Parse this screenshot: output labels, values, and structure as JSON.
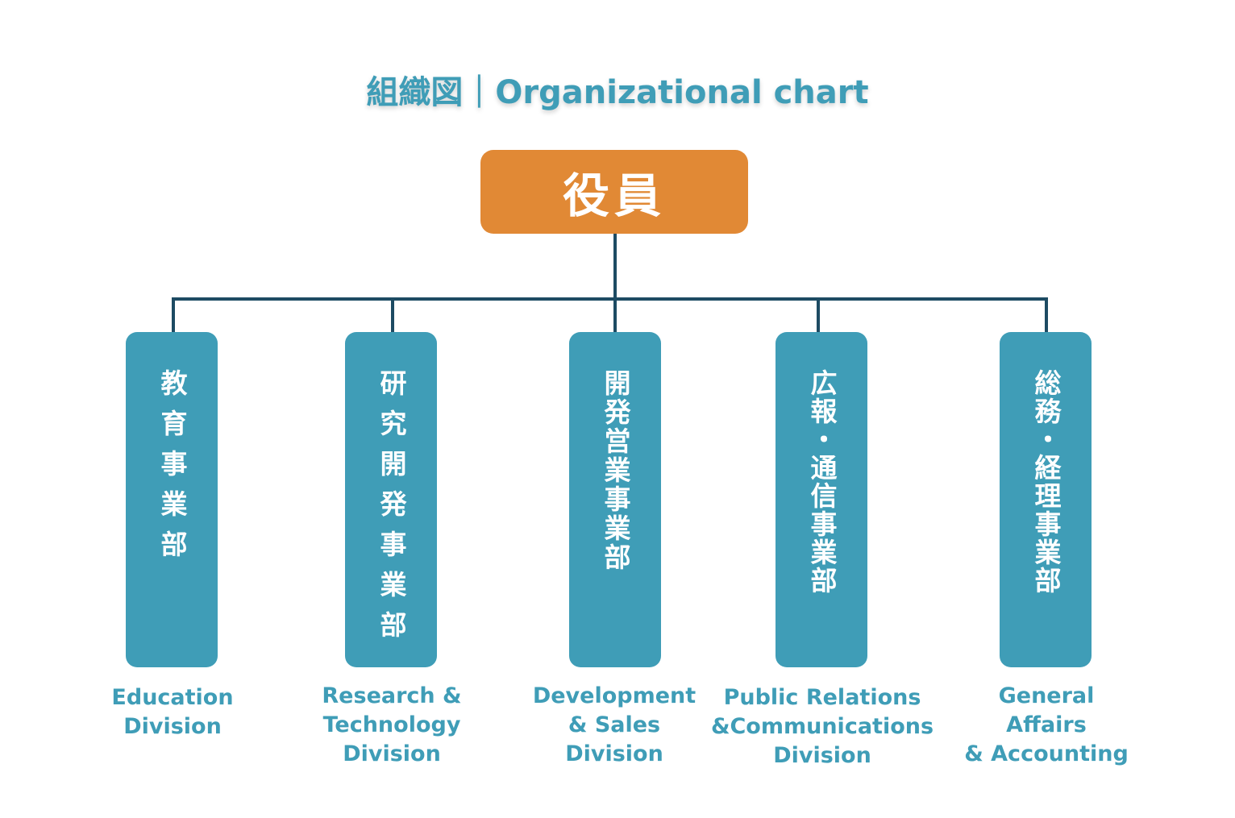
{
  "title": "組織図｜Organizational chart",
  "root": {
    "label": "役員"
  },
  "divisions": [
    {
      "ja": "教育事業部",
      "en": "Education\nDivision"
    },
    {
      "ja": "研究開発事業部",
      "en": "Research &\nTechnology\nDivision"
    },
    {
      "ja": "開発営業事業部",
      "en": "Development\n& Sales\nDivision"
    },
    {
      "ja": "広報・通信事業部",
      "en": "Public Relations\n&Communications\nDivision"
    },
    {
      "ja": "総務・経理事業部",
      "en": "General\nAffairs\n& Accounting"
    }
  ],
  "colors": {
    "title": "#3f9db7",
    "root_box": "#e18935",
    "division_box": "#3f9db7",
    "connector": "#1d4b63",
    "division_text": "#ffffff"
  }
}
